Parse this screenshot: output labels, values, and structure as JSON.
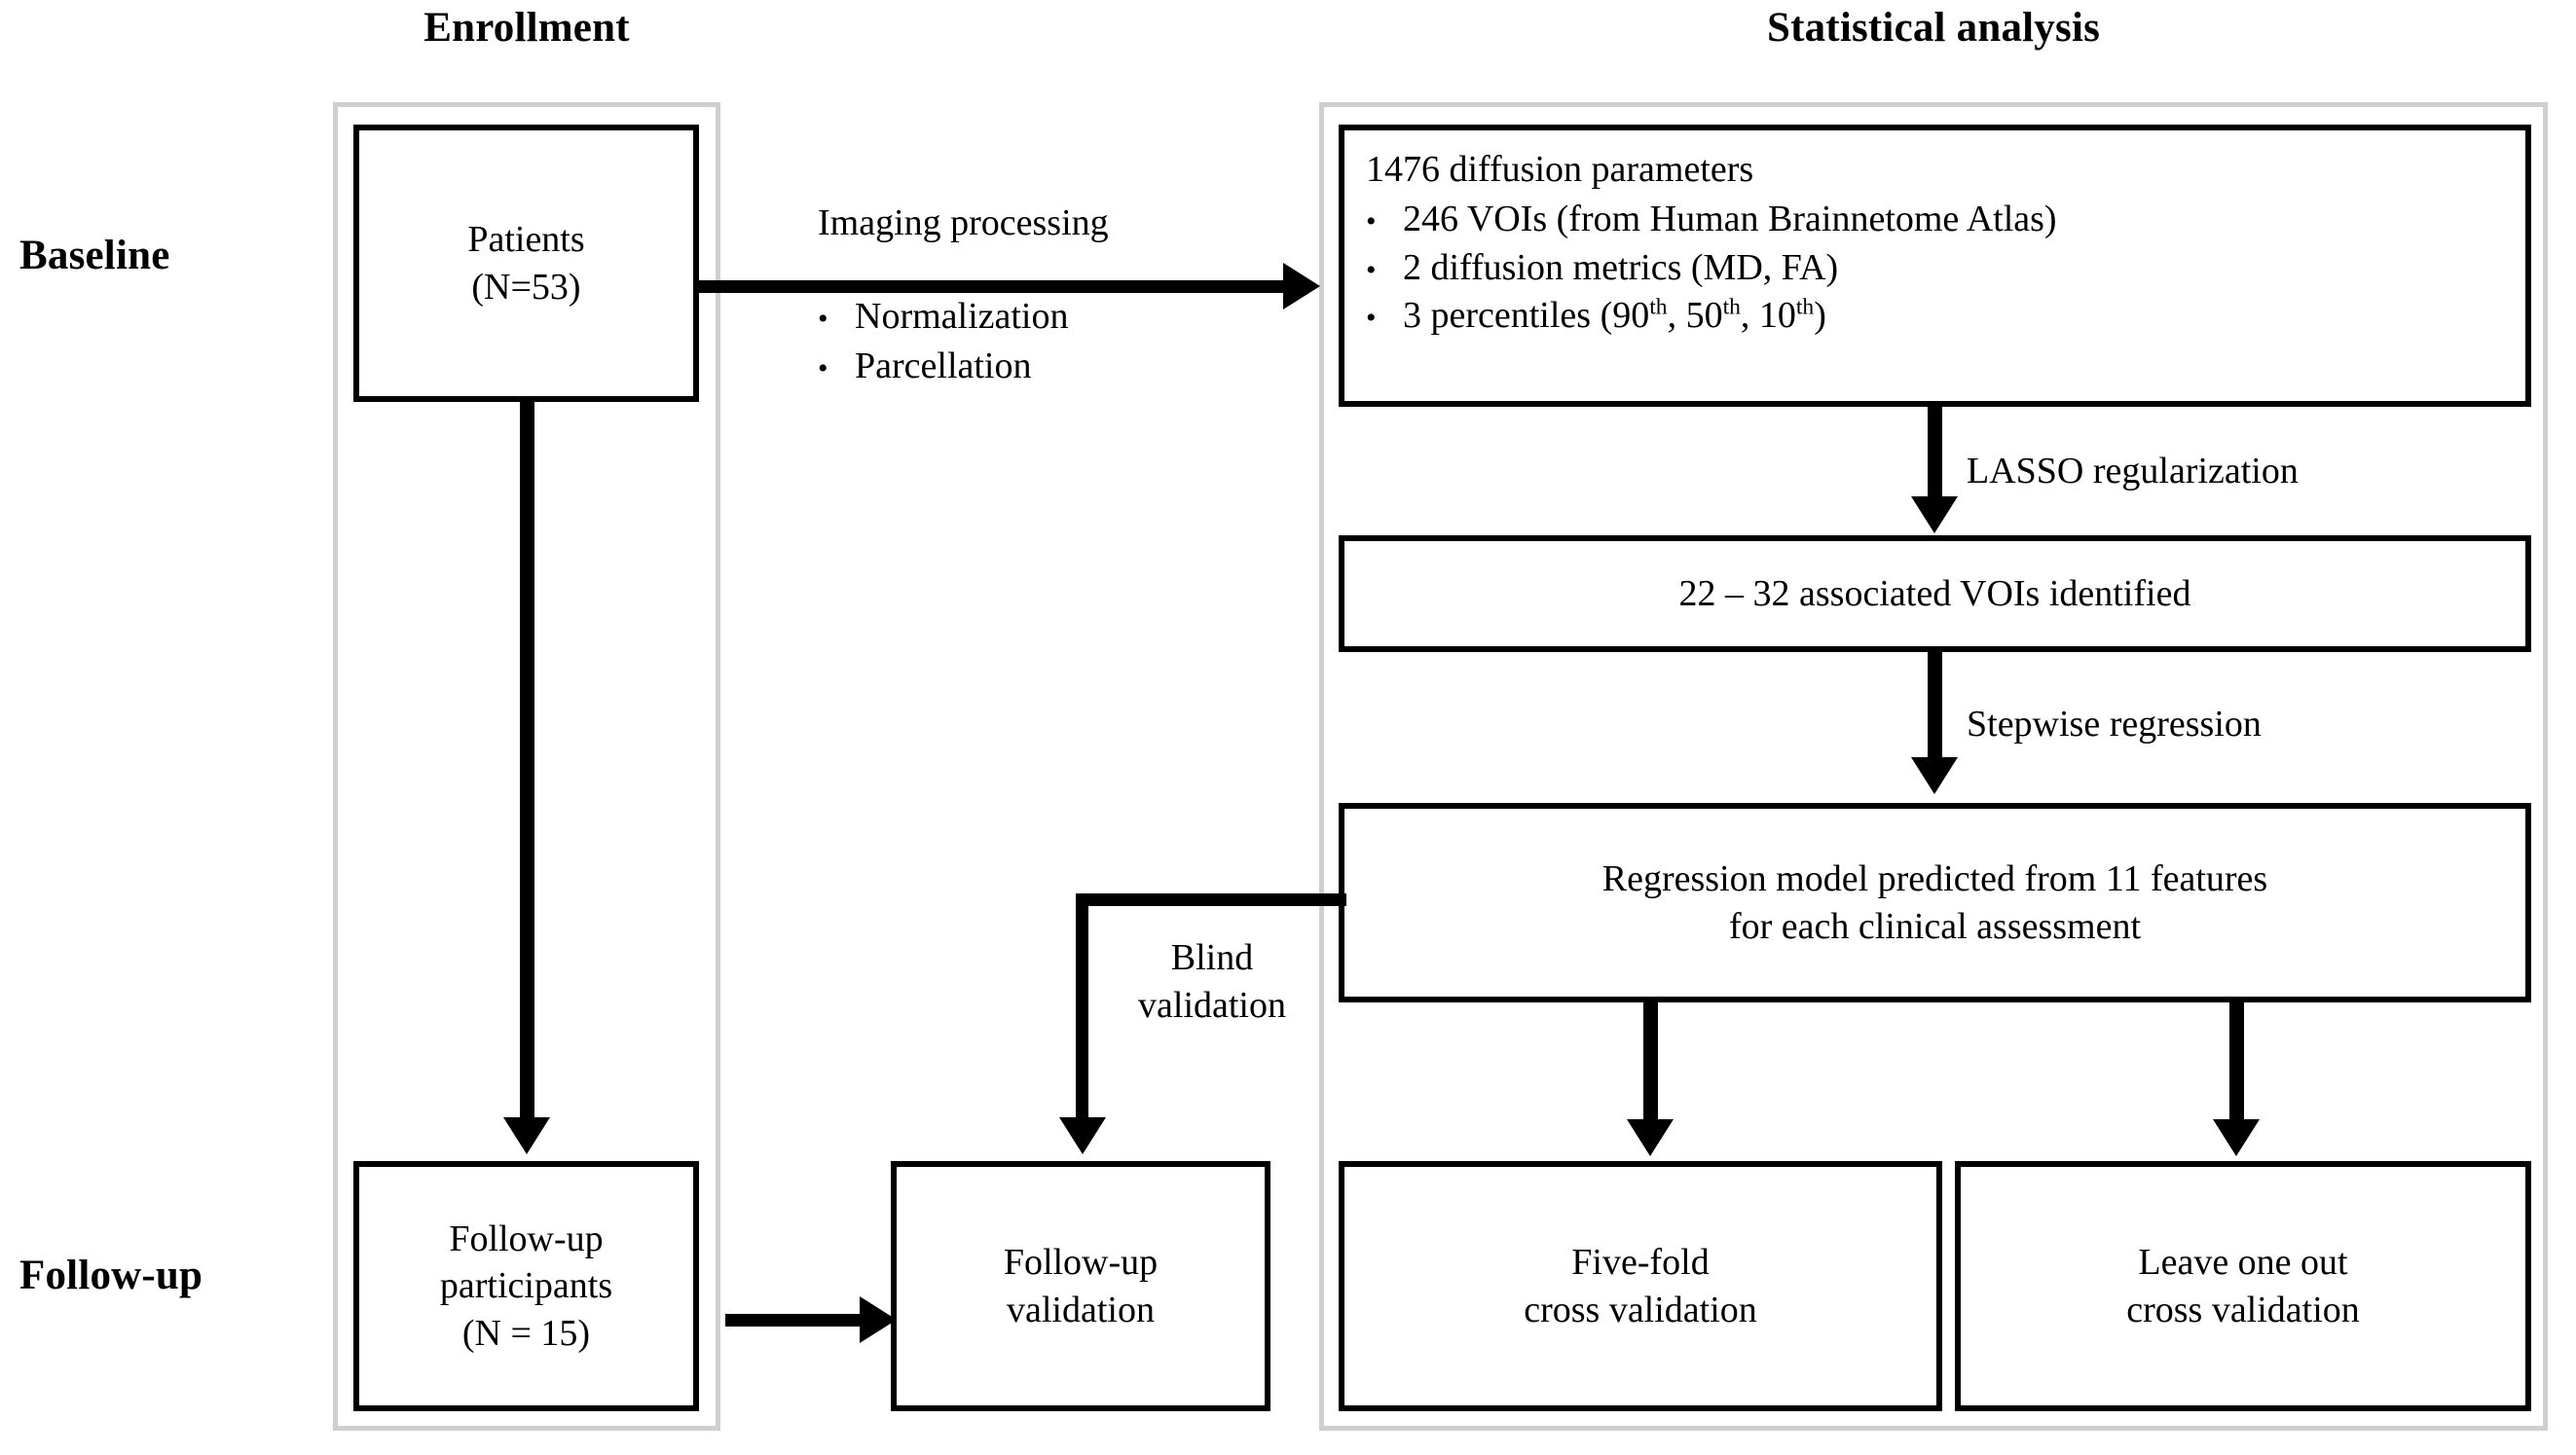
{
  "headers": {
    "enrollment": "Enrollment",
    "statistical_analysis": "Statistical analysis"
  },
  "stages": {
    "baseline": "Baseline",
    "followup": "Follow-up"
  },
  "nodes": {
    "patients": {
      "line1": "Patients",
      "line2": "(N=53)"
    },
    "diffusion_parameters": {
      "title": "1476 diffusion parameters",
      "bullet_marker": "•",
      "items": [
        "246 VOIs (from Human Brainnetome Atlas)",
        "2 diffusion metrics (MD, FA)"
      ],
      "percentiles_prefix": "3 percentiles (90",
      "percentiles_sup1": "th",
      "percentiles_mid1": ", 50",
      "percentiles_sup2": "th",
      "percentiles_mid2": ", 10",
      "percentiles_sup3": "th",
      "percentiles_suffix": ")"
    },
    "vois_identified": {
      "text": "22 – 32 associated VOIs identified"
    },
    "regression_model": {
      "line1": "Regression model predicted from 11 features",
      "line2": "for each clinical assessment"
    },
    "followup_participants": {
      "line1": "Follow-up",
      "line2": "participants",
      "line3": "(N = 15)"
    },
    "followup_validation": {
      "line1": "Follow-up",
      "line2": "validation"
    },
    "five_fold": {
      "line1": "Five-fold",
      "line2": "cross validation"
    },
    "leave_one_out": {
      "line1": "Leave one out",
      "line2": "cross validation"
    }
  },
  "edges": {
    "imaging_processing": {
      "title": "Imaging processing",
      "bullet_marker": "•",
      "items": [
        "Normalization",
        "Parcellation"
      ]
    },
    "lasso": "LASSO regularization",
    "stepwise": "Stepwise regression",
    "blind_validation": {
      "line1": "Blind",
      "line2": "validation"
    }
  },
  "colors": {
    "stroke": "#000000",
    "group_frame": "#cfcfcf",
    "background": "#ffffff"
  }
}
